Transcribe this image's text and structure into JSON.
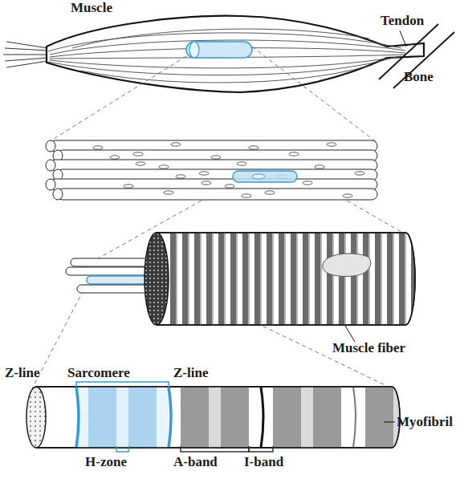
{
  "diagram": {
    "labels": [
      "Muscle",
      "Tendon",
      "Bone",
      "Muscle fiber",
      "Z-line",
      "Sarcomere",
      "Z-line",
      "H-zone",
      "A-band",
      "I-band",
      "Myofibril"
    ]
  }
}
